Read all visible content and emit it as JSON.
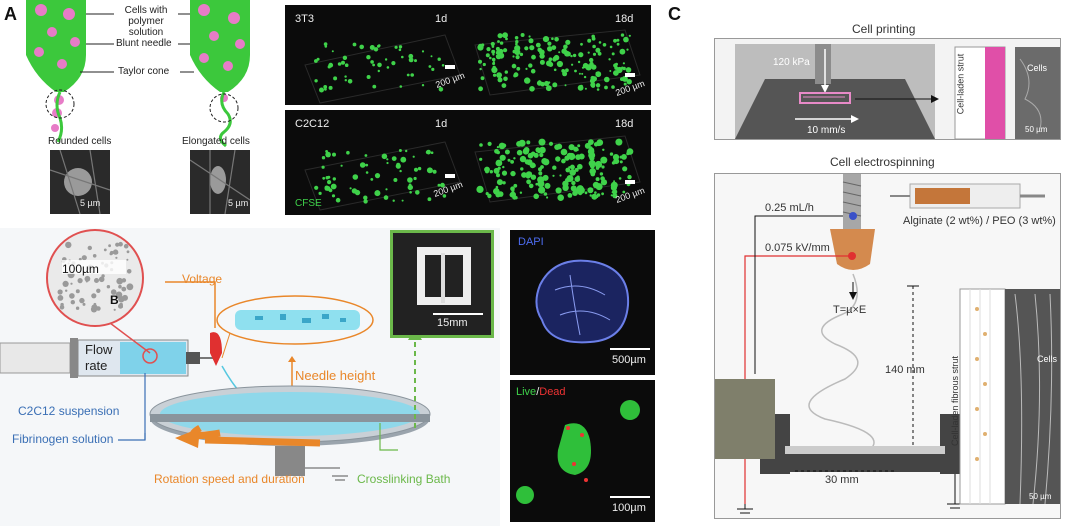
{
  "panels": {
    "a_letter": "A",
    "b_letter": "B",
    "c_letter": "C"
  },
  "panelA": {
    "callouts": [
      "Cells with polymer solution",
      "Blunt needle",
      "Taylor cone"
    ],
    "rounded": "Rounded cells",
    "elongated": "Elongated cells",
    "scale1": "5 µm",
    "scale2": "5 µm",
    "micro": {
      "row1_line": "3T3",
      "row2_line": "C2C12",
      "day1": "1d",
      "day18": "18d",
      "scale": "200 µm",
      "stain": "CFSE"
    }
  },
  "panelB": {
    "magnified": "100µm",
    "magnified_letter": "B",
    "voltage": "Voltage",
    "flow1": "Flow",
    "flow2": "rate",
    "needle_height": "Needle height",
    "suspension": "C2C12 suspension",
    "fibrinogen": "Fibrinogen solution",
    "rotation": "Rotation speed and duration",
    "crosslink": "Crosslinking Bath",
    "photo_scale": "15mm",
    "dapi": "DAPI",
    "dapi_scale": "500µm",
    "live": "Live",
    "slash": "/",
    "dead": "Dead",
    "ld_scale": "100µm"
  },
  "panelC": {
    "printing_title": "Cell printing",
    "pressure": "120 kPa",
    "speed": "10 mm/s",
    "strut": "Cell-laden strut",
    "cells_top": "Cells",
    "scale_top": "50 µm",
    "electro_title": "Cell electrospinning",
    "flow": "0.25 mL/h",
    "solution": "Alginate (2 wt%) / PEO (3 wt%)",
    "field": "0.075 kV/mm",
    "formula": "T=µ×E",
    "height": "140 mm",
    "width": "30 mm",
    "fibrous": "Cell-laden fibrous strut",
    "cells_bottom": "Cells",
    "scale_bottom": "50 µm"
  },
  "colors": {
    "green": "#3fd24a",
    "pink": "#e98ad0",
    "orange": "#e9872a",
    "blue": "#3a6fb5",
    "cyan": "#56c8e0"
  }
}
